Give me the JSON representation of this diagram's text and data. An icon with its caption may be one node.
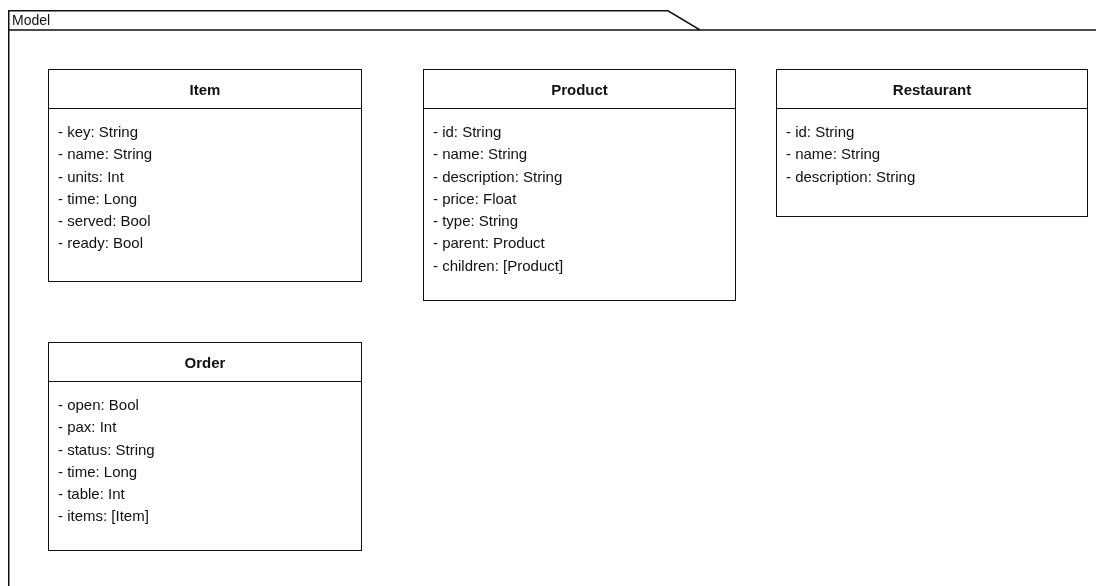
{
  "diagram": {
    "nodes": [
      {
        "text": [
          "Model"
        ]
      },
      {
        "text": [
          "Item",
          "- key: String",
          "- name: String",
          "- units: Int",
          "- time: Long",
          "- served: Bool",
          "- ready: Bool"
        ],
        "in": 0
      },
      {
        "text": [
          "Product",
          "- id: String",
          "- name: String",
          "- description: String",
          "- price: Float",
          "- type: String",
          "- parent: Product",
          "- children: [Product]"
        ],
        "in": 0
      },
      {
        "text": [
          "Restaurant",
          "- id: String",
          "- name: String",
          "- description: String"
        ],
        "in": 0
      },
      {
        "text": [
          "Order",
          "- open: Bool",
          "- pax: Int",
          "- status: String",
          "- time: Long",
          "- table: Int",
          "- items: [Item]"
        ],
        "in": 0
      }
    ]
  }
}
